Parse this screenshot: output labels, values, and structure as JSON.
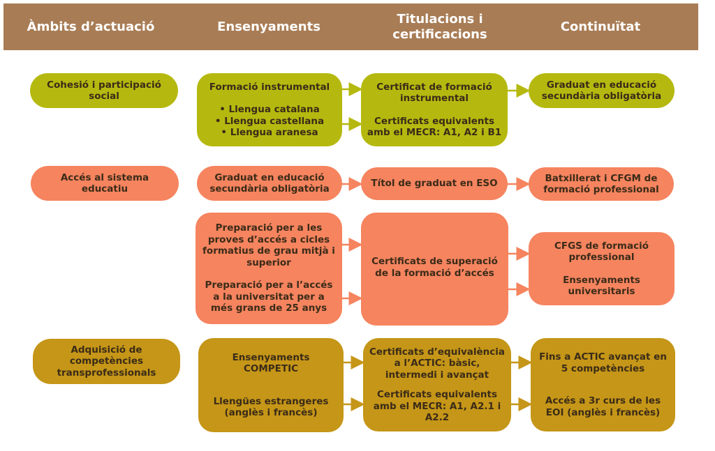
{
  "header": [
    "Àmbits d’actuació",
    "Ensenyaments",
    "Titulacions i certificacions",
    "Continuïtat"
  ],
  "colors": {
    "header": "#a87c55",
    "row1": "#b5b90f",
    "row2": "#f5845f",
    "row3": "#c59617"
  },
  "rows": [
    {
      "ambit": "Cohesió i participació social",
      "ensenyaments": {
        "title": "Formació instrumental",
        "items": [
          "• Llengua catalana",
          "• Llengua castellana",
          "• Llengua aranesa"
        ]
      },
      "titulacions": [
        "Certificat de formació instrumental",
        "Certificats equivalents amb el MECR: A1, A2 i B1"
      ],
      "continuitat": "Graduat en educació secundària obligatòria"
    },
    {
      "ambit": "Accés al sistema educatiu",
      "ensenyaments": "Graduat en educació secundària obligatòria",
      "titulacions": "Títol de graduat en ESO",
      "continuitat": "Batxillerat i CFGM de formació professional"
    },
    {
      "ensenyaments": [
        "Preparació per a les proves d’accés a cicles formatius de grau mitjà i superior",
        "Preparació per a l’accés a la universitat per a més grans de 25 anys"
      ],
      "titulacions": "Certificats de superació de la formació d’accés",
      "continuitat": [
        "CFGS de formació professional",
        "Ensenyaments universitaris"
      ]
    },
    {
      "ambit": "Adquisició de competències transprofessionals",
      "ensenyaments": [
        "Ensenyaments COMPETIC",
        "Llengües estrangeres (anglès i francès)"
      ],
      "titulacions": [
        "Certificats d’equivalència a l’ACTIC: bàsic, intermedi i avançat",
        "Certificats equivalents amb el MECR: A1, A2.1 i A2.2"
      ],
      "continuitat": [
        "Fins a ACTIC avançat en 5 competències",
        "Accés a 3r curs de les EOI (anglès i francès)"
      ]
    }
  ]
}
